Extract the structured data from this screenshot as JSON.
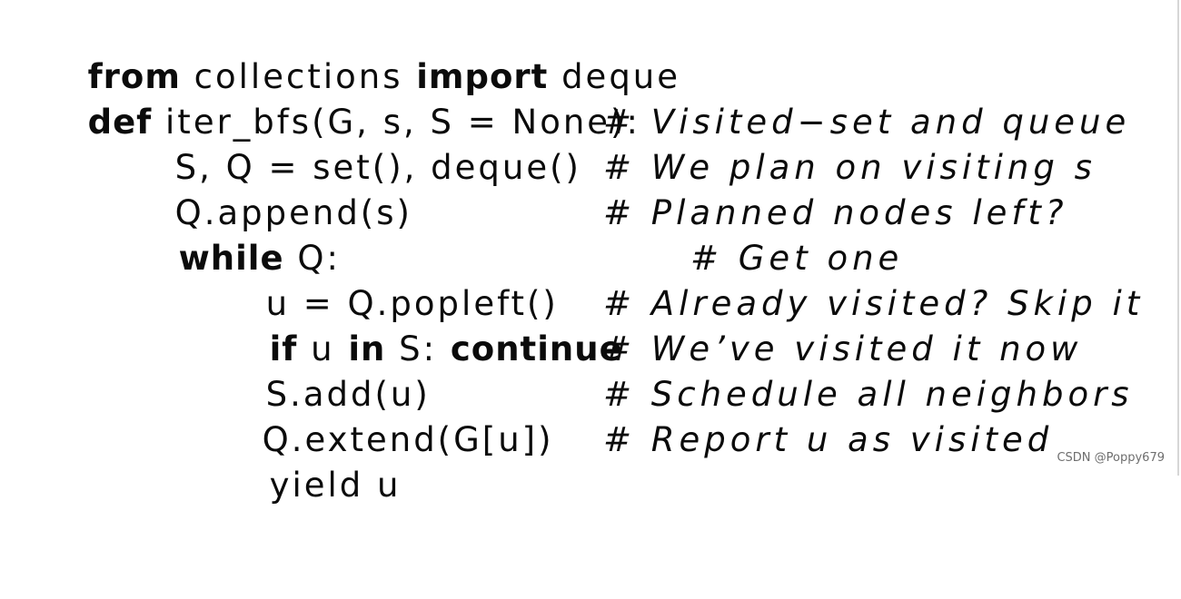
{
  "code": {
    "lines": [
      {
        "segs": [
          {
            "t": "from",
            "kw": true
          },
          {
            "t": " collections "
          },
          {
            "t": "import",
            "kw": true
          },
          {
            "t": " deque"
          }
        ],
        "comment": ""
      },
      {
        "segs": [
          {
            "t": "def",
            "kw": true
          },
          {
            "t": " iter_bfs(G, s, S = None):"
          }
        ],
        "comment": ""
      },
      {
        "segs": [
          {
            "t": "S, Q = set(), deque()"
          }
        ],
        "comment": "# Visited−set and queue"
      },
      {
        "segs": [
          {
            "t": "Q.append(s)"
          }
        ],
        "comment": "# We plan on visiting s"
      },
      {
        "segs": [
          {
            "t": "while",
            "kw": true
          },
          {
            "t": " Q:"
          }
        ],
        "comment": "# Planned nodes left?"
      },
      {
        "segs": [
          {
            "t": "u = Q.popleft()"
          }
        ],
        "comment": "# Get one"
      },
      {
        "segs": [
          {
            "t": "if",
            "kw": true
          },
          {
            "t": " u "
          },
          {
            "t": "in",
            "kw": true
          },
          {
            "t": " S: "
          },
          {
            "t": "continue",
            "kw": true
          }
        ],
        "comment": "# Already visited? Skip it"
      },
      {
        "segs": [
          {
            "t": "S.add(u)"
          }
        ],
        "comment": "# We’ve visited it now"
      },
      {
        "segs": [
          {
            "t": "Q.extend(G[u])"
          }
        ],
        "comment": "# Schedule all neighbors"
      },
      {
        "segs": [
          {
            "t": "yield u"
          }
        ],
        "comment": "# Report u as visited"
      }
    ]
  },
  "watermark": "CSDN @Poppy679"
}
